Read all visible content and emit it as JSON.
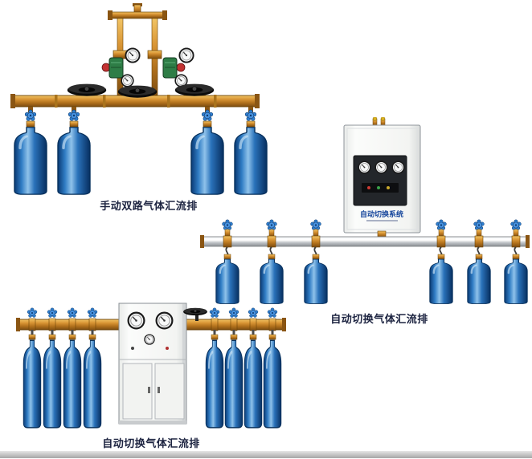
{
  "products": [
    {
      "caption": "手动双路气体汇流排"
    },
    {
      "caption": "自动切换气体汇流排",
      "cabinet_label": "自动切换系统"
    },
    {
      "caption": "自动切换气体汇流排"
    }
  ],
  "colors": {
    "background": "#ffffff",
    "brass": "#c98a2e",
    "cylinder_blue": "#1565c0",
    "pipe_silver": "#c4c8cc",
    "caption_text": "#1c2340",
    "cabinet_white": "#f5f6f4",
    "panel_dark": "#23262a",
    "cabinet_label_blue": "#16469c"
  }
}
